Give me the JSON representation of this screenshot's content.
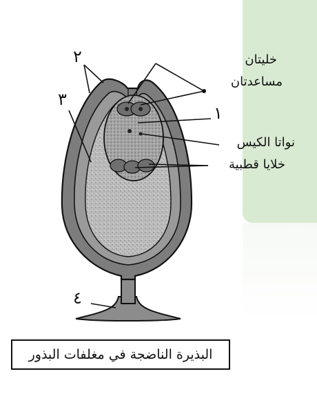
{
  "colors": {
    "panel_green": "#d9ead3",
    "ink": "#111111",
    "tissue_gray": "#b4b4b4",
    "sac_gray": "#9a9a9a"
  },
  "labels": {
    "synergids_line1": "خليتان",
    "synergids_line2": "مساعدتان",
    "sac_nuclei": "نواتا الكيس",
    "polar_cells": "خلايا قطبية"
  },
  "numbers": {
    "n1": "١",
    "n2": "٢",
    "n3": "٣",
    "n4": "٤"
  },
  "caption": "البذيرة الناضجة في مغلفات البذور"
}
